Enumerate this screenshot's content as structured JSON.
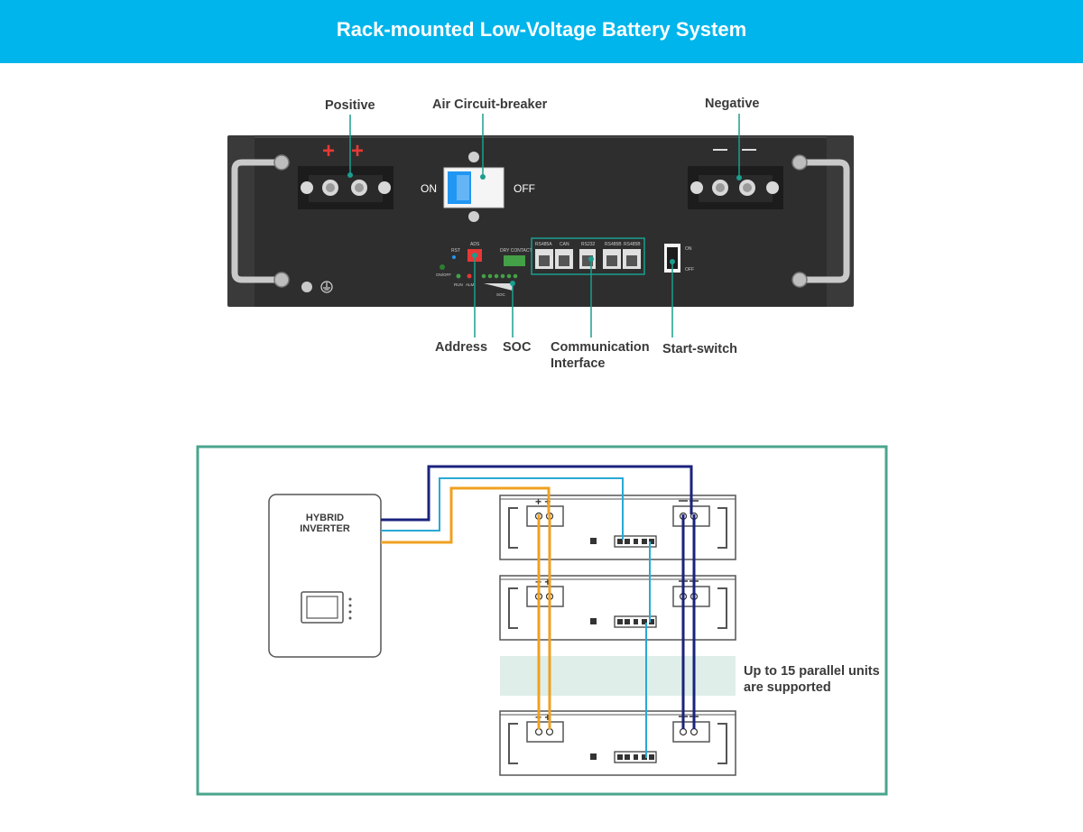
{
  "header": {
    "title": "Rack-mounted Low-Voltage Battery System"
  },
  "front_panel": {
    "callouts": {
      "positive": "Positive",
      "breaker": "Air Circuit-breaker",
      "negative": "Negative",
      "address": "Address",
      "soc": "SOC",
      "comm_line1": "Communication",
      "comm_line2": "Interface",
      "start_switch": "Start-switch"
    },
    "breaker_on": "ON",
    "breaker_off": "OFF",
    "plus_signs": "+  +",
    "port_labels": [
      "RS485A",
      "CAN",
      "RS232",
      "RS485B",
      "RS485B"
    ],
    "small_labels": {
      "rst": "RST",
      "ads": "ADS",
      "dry_contact": "DRY CONTACT",
      "on_off": "ON/OFF",
      "run": "RUN",
      "alm": "ALM",
      "soc": "SOC",
      "switch_on": "ON",
      "switch_off": "OFF"
    },
    "colors": {
      "panel": "#2e2e2e",
      "terminal": "#1c1c1c",
      "accent_red": "#e53935",
      "breaker_blue": "#2196f3",
      "callout_line": "#1a9e8f"
    }
  },
  "wiring": {
    "inverter_label_line1": "HYBRID",
    "inverter_label_line2": "INVERTER",
    "note_line1": "Up to 15 parallel units",
    "note_line2": "are supported",
    "colors": {
      "frame": "#4aa58e",
      "negative_wire": "#1a237e",
      "comm_wire": "#29a9d6",
      "positive_wire": "#f0a020",
      "gap_band": "#dfeee8"
    }
  }
}
